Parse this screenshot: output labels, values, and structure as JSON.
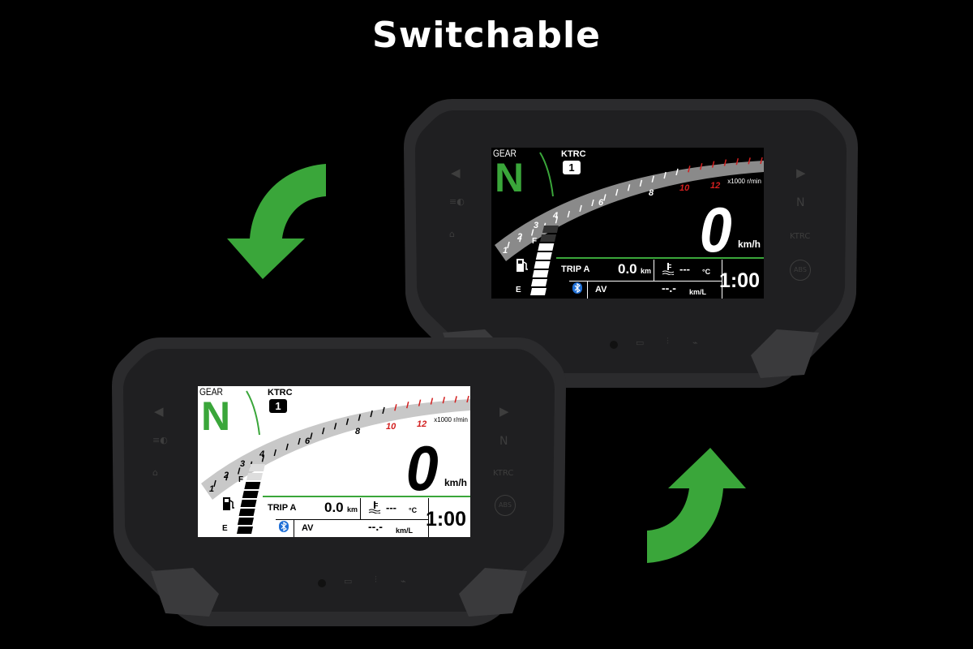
{
  "title": "Switchable",
  "colors": {
    "accent_green": "#3aa63a",
    "redline": "#d21f1f",
    "housing": "#2b2b2d"
  },
  "arrows": {
    "top_left": "curved-arrow-down",
    "bottom_right": "curved-arrow-up"
  },
  "displays": [
    {
      "mode": "dark",
      "gear_label": "GEAR",
      "gear_value": "N",
      "ktrc_label": "KTRC",
      "ktrc_value": "1",
      "tach_labels": [
        "1",
        "2",
        "3",
        "4",
        "6",
        "8",
        "10",
        "12"
      ],
      "rpm_unit": "x1000 r/min",
      "speed": "0",
      "speed_unit": "km/h",
      "fuel_full": "F",
      "fuel_empty": "E",
      "fuel_level": 0.8,
      "trip_label": "TRIP A",
      "trip_value": "0.0",
      "trip_unit": "km",
      "temp_value": "---",
      "temp_unit": "°C",
      "avg_label": "AV",
      "avg_value": "--.-",
      "avg_unit": "km/L",
      "clock": "1:00",
      "side_labels": {
        "neutral": "N",
        "ktrc": "KTRC",
        "abs": "ABS"
      }
    },
    {
      "mode": "light",
      "gear_label": "GEAR",
      "gear_value": "N",
      "ktrc_label": "KTRC",
      "ktrc_value": "1",
      "tach_labels": [
        "1",
        "2",
        "3",
        "4",
        "6",
        "8",
        "10",
        "12"
      ],
      "rpm_unit": "x1000 r/min",
      "speed": "0",
      "speed_unit": "km/h",
      "fuel_full": "F",
      "fuel_empty": "E",
      "fuel_level": 0.8,
      "trip_label": "TRIP A",
      "trip_value": "0.0",
      "trip_unit": "km",
      "temp_value": "---",
      "temp_unit": "°C",
      "avg_label": "AV",
      "avg_value": "--.-",
      "avg_unit": "km/L",
      "clock": "1:00",
      "side_labels": {
        "neutral": "N",
        "ktrc": "KTRC",
        "abs": "ABS"
      }
    }
  ]
}
